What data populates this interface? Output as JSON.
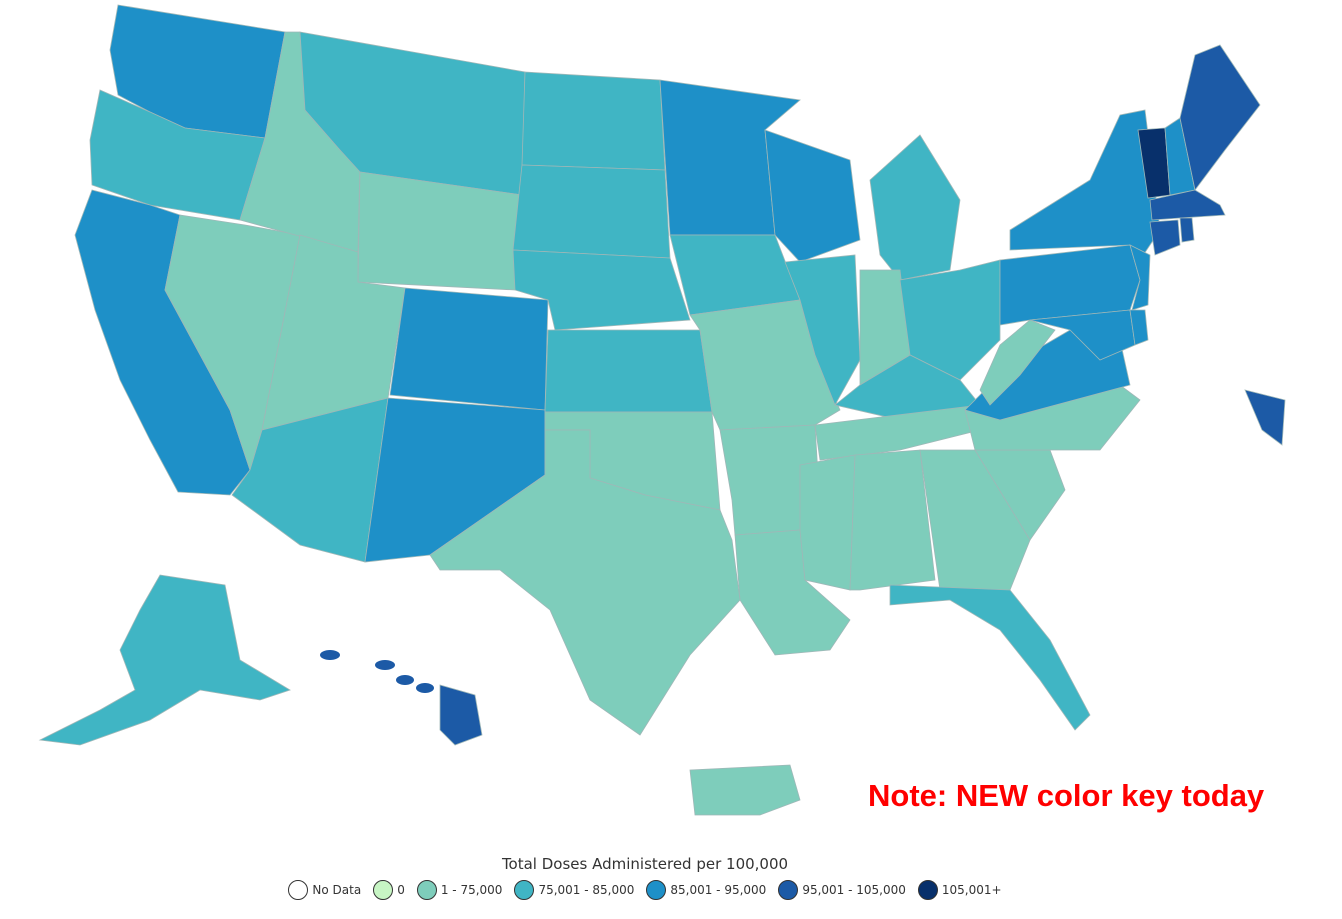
{
  "note": "Note: NEW color key today",
  "legend": {
    "title": "Total Doses Administered per 100,000",
    "items": [
      {
        "label": "No Data",
        "color": "#ffffff"
      },
      {
        "label": "0",
        "color": "#c7f5c4"
      },
      {
        "label": "1 - 75,000",
        "color": "#7ecdbb"
      },
      {
        "label": "75,001 - 85,000",
        "color": "#40b5c4"
      },
      {
        "label": "85,001 - 95,000",
        "color": "#1e90c8"
      },
      {
        "label": "95,001 - 105,000",
        "color": "#1c5aa6"
      },
      {
        "label": "105,001+",
        "color": "#08306b"
      }
    ]
  },
  "map_data": {
    "type": "choropleth",
    "regions": [
      {
        "id": "WA",
        "bin": 4
      },
      {
        "id": "OR",
        "bin": 3
      },
      {
        "id": "CA",
        "bin": 4
      },
      {
        "id": "NV",
        "bin": 2
      },
      {
        "id": "ID",
        "bin": 2
      },
      {
        "id": "MT",
        "bin": 3
      },
      {
        "id": "WY",
        "bin": 2
      },
      {
        "id": "UT",
        "bin": 2
      },
      {
        "id": "AZ",
        "bin": 3
      },
      {
        "id": "CO",
        "bin": 4
      },
      {
        "id": "NM",
        "bin": 4
      },
      {
        "id": "ND",
        "bin": 3
      },
      {
        "id": "SD",
        "bin": 3
      },
      {
        "id": "NE",
        "bin": 3
      },
      {
        "id": "KS",
        "bin": 3
      },
      {
        "id": "OK",
        "bin": 2
      },
      {
        "id": "TX",
        "bin": 2
      },
      {
        "id": "MN",
        "bin": 4
      },
      {
        "id": "IA",
        "bin": 3
      },
      {
        "id": "MO",
        "bin": 2
      },
      {
        "id": "AR",
        "bin": 2
      },
      {
        "id": "LA",
        "bin": 2
      },
      {
        "id": "WI",
        "bin": 4
      },
      {
        "id": "IL",
        "bin": 3
      },
      {
        "id": "MI",
        "bin": 3
      },
      {
        "id": "IN",
        "bin": 2
      },
      {
        "id": "OH",
        "bin": 3
      },
      {
        "id": "KY",
        "bin": 3
      },
      {
        "id": "TN",
        "bin": 2
      },
      {
        "id": "MS",
        "bin": 2
      },
      {
        "id": "AL",
        "bin": 2
      },
      {
        "id": "GA",
        "bin": 2
      },
      {
        "id": "FL",
        "bin": 3
      },
      {
        "id": "SC",
        "bin": 2
      },
      {
        "id": "NC",
        "bin": 2
      },
      {
        "id": "VA",
        "bin": 4
      },
      {
        "id": "WV",
        "bin": 2
      },
      {
        "id": "PA",
        "bin": 4
      },
      {
        "id": "NY",
        "bin": 4
      },
      {
        "id": "NJ",
        "bin": 4
      },
      {
        "id": "MD",
        "bin": 4
      },
      {
        "id": "DE",
        "bin": 4
      },
      {
        "id": "VT",
        "bin": 6
      },
      {
        "id": "NH",
        "bin": 4
      },
      {
        "id": "ME",
        "bin": 5
      },
      {
        "id": "MA",
        "bin": 5
      },
      {
        "id": "CT",
        "bin": 5
      },
      {
        "id": "RI",
        "bin": 5
      },
      {
        "id": "DC",
        "bin": 5
      },
      {
        "id": "AK",
        "bin": 3
      },
      {
        "id": "HI",
        "bin": 5
      },
      {
        "id": "PR",
        "bin": 2
      }
    ]
  }
}
